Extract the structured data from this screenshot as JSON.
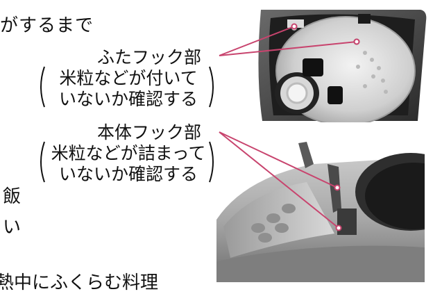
{
  "intro_tail": "がするまで",
  "lid_label": {
    "name": "ふたフック部",
    "note_1": "米粒などが付いて",
    "note_2": "いないか確認する"
  },
  "body_label": {
    "name": "本体フック部",
    "note_1": "米粒などが詰まって",
    "note_2": "いないか確認する"
  },
  "fragments": {
    "frag_1": "飯",
    "frag_2": "い",
    "frag_3": "熱中にふくらむ料理"
  },
  "colors": {
    "leader_line": "#c8446e",
    "text": "#111111"
  }
}
